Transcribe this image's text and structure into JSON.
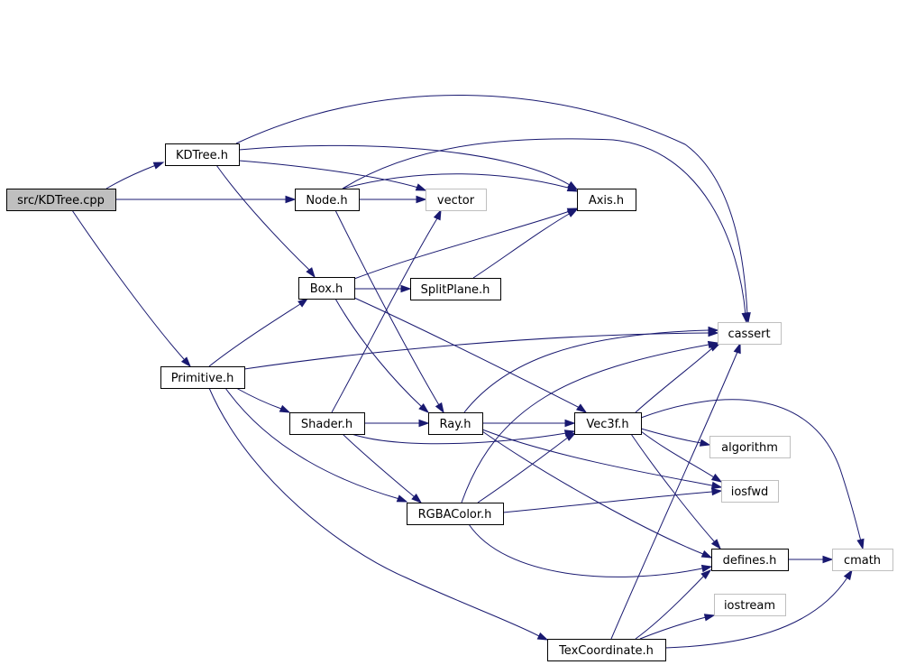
{
  "diagram": {
    "type": "include-dependency-graph",
    "colors": {
      "edge": "#191970",
      "root_fill": "#bfbfbf",
      "node_border": "#000000",
      "system_border": "#bfbfbf",
      "background": "#ffffff"
    },
    "nodes": [
      {
        "id": "kdtree_cpp",
        "label": "src/KDTree.cpp",
        "kind": "root"
      },
      {
        "id": "kdtree_h",
        "label": "KDTree.h",
        "kind": "project"
      },
      {
        "id": "node_h",
        "label": "Node.h",
        "kind": "project"
      },
      {
        "id": "vector",
        "label": "vector",
        "kind": "system"
      },
      {
        "id": "axis_h",
        "label": "Axis.h",
        "kind": "project"
      },
      {
        "id": "box_h",
        "label": "Box.h",
        "kind": "project"
      },
      {
        "id": "splitplane_h",
        "label": "SplitPlane.h",
        "kind": "project"
      },
      {
        "id": "cassert",
        "label": "cassert",
        "kind": "system"
      },
      {
        "id": "primitive_h",
        "label": "Primitive.h",
        "kind": "project"
      },
      {
        "id": "shader_h",
        "label": "Shader.h",
        "kind": "project"
      },
      {
        "id": "ray_h",
        "label": "Ray.h",
        "kind": "project"
      },
      {
        "id": "vec3f_h",
        "label": "Vec3f.h",
        "kind": "project"
      },
      {
        "id": "algorithm",
        "label": "algorithm",
        "kind": "system"
      },
      {
        "id": "iosfwd",
        "label": "iosfwd",
        "kind": "system"
      },
      {
        "id": "rgbacolor_h",
        "label": "RGBAColor.h",
        "kind": "project"
      },
      {
        "id": "defines_h",
        "label": "defines.h",
        "kind": "project"
      },
      {
        "id": "cmath",
        "label": "cmath",
        "kind": "system"
      },
      {
        "id": "iostream",
        "label": "iostream",
        "kind": "system"
      },
      {
        "id": "texcoordinate_h",
        "label": "TexCoordinate.h",
        "kind": "project"
      }
    ],
    "edges": [
      {
        "from": "kdtree_cpp",
        "to": "kdtree_h"
      },
      {
        "from": "kdtree_cpp",
        "to": "node_h"
      },
      {
        "from": "kdtree_cpp",
        "to": "primitive_h"
      },
      {
        "from": "kdtree_h",
        "to": "cassert"
      },
      {
        "from": "kdtree_h",
        "to": "axis_h"
      },
      {
        "from": "kdtree_h",
        "to": "vector"
      },
      {
        "from": "kdtree_h",
        "to": "box_h"
      },
      {
        "from": "node_h",
        "to": "vector"
      },
      {
        "from": "node_h",
        "to": "axis_h"
      },
      {
        "from": "node_h",
        "to": "cassert"
      },
      {
        "from": "node_h",
        "to": "ray_h"
      },
      {
        "from": "box_h",
        "to": "splitplane_h"
      },
      {
        "from": "box_h",
        "to": "axis_h"
      },
      {
        "from": "box_h",
        "to": "vec3f_h"
      },
      {
        "from": "box_h",
        "to": "ray_h"
      },
      {
        "from": "splitplane_h",
        "to": "axis_h"
      },
      {
        "from": "primitive_h",
        "to": "box_h"
      },
      {
        "from": "primitive_h",
        "to": "cassert"
      },
      {
        "from": "primitive_h",
        "to": "shader_h"
      },
      {
        "from": "primitive_h",
        "to": "rgbacolor_h"
      },
      {
        "from": "primitive_h",
        "to": "texcoordinate_h"
      },
      {
        "from": "shader_h",
        "to": "vector"
      },
      {
        "from": "shader_h",
        "to": "ray_h"
      },
      {
        "from": "shader_h",
        "to": "vec3f_h"
      },
      {
        "from": "shader_h",
        "to": "rgbacolor_h"
      },
      {
        "from": "ray_h",
        "to": "vec3f_h"
      },
      {
        "from": "ray_h",
        "to": "cassert"
      },
      {
        "from": "ray_h",
        "to": "iosfwd"
      },
      {
        "from": "ray_h",
        "to": "defines_h"
      },
      {
        "from": "vec3f_h",
        "to": "cassert"
      },
      {
        "from": "vec3f_h",
        "to": "algorithm"
      },
      {
        "from": "vec3f_h",
        "to": "iosfwd"
      },
      {
        "from": "vec3f_h",
        "to": "defines_h"
      },
      {
        "from": "vec3f_h",
        "to": "cmath"
      },
      {
        "from": "rgbacolor_h",
        "to": "vec3f_h"
      },
      {
        "from": "rgbacolor_h",
        "to": "cassert"
      },
      {
        "from": "rgbacolor_h",
        "to": "iosfwd"
      },
      {
        "from": "rgbacolor_h",
        "to": "defines_h"
      },
      {
        "from": "defines_h",
        "to": "cmath"
      },
      {
        "from": "texcoordinate_h",
        "to": "cassert"
      },
      {
        "from": "texcoordinate_h",
        "to": "defines_h"
      },
      {
        "from": "texcoordinate_h",
        "to": "iostream"
      },
      {
        "from": "texcoordinate_h",
        "to": "cmath"
      }
    ]
  }
}
